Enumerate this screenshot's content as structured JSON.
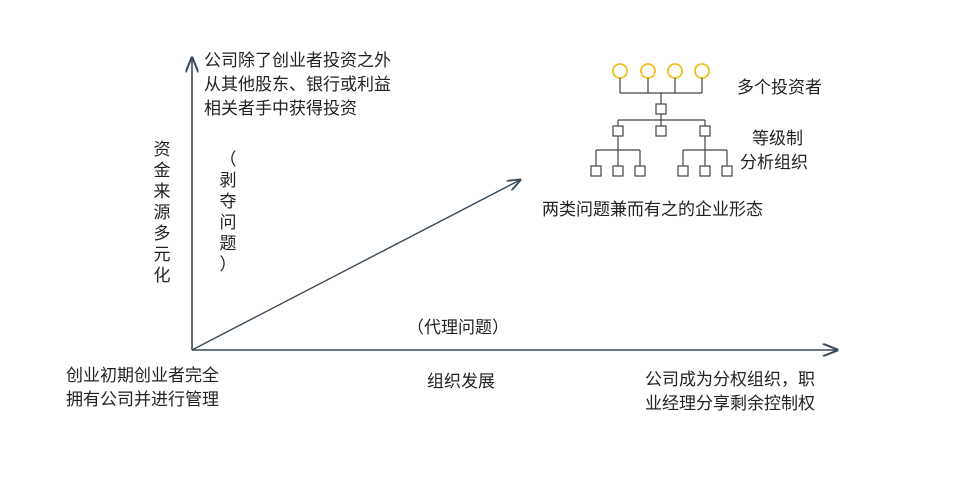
{
  "top_left_note": [
    "公司除了创业者投资之外",
    "从其他股东、银行或利益",
    "相关者手中获得投资"
  ],
  "y_axis_label": "资金来源多元化",
  "vertical_problem_label": "（剥夺问题）",
  "x_axis_problem_label": "（代理问题）",
  "origin_note": [
    "创业初期创业者完全",
    "拥有公司并进行管理"
  ],
  "x_axis_label": "组织发展",
  "bottom_right_note": [
    "公司成为分权组织，职",
    "业经理分享剩余控制权"
  ],
  "investors_label": "多个投资者",
  "hierarchy_label": [
    "等级制",
    "分析组织"
  ],
  "combined_label": "两类问题兼而有之的企业形态",
  "colors": {
    "axis": "#3a4a58",
    "investor_circle": "#f0c020",
    "text": "#222222"
  }
}
